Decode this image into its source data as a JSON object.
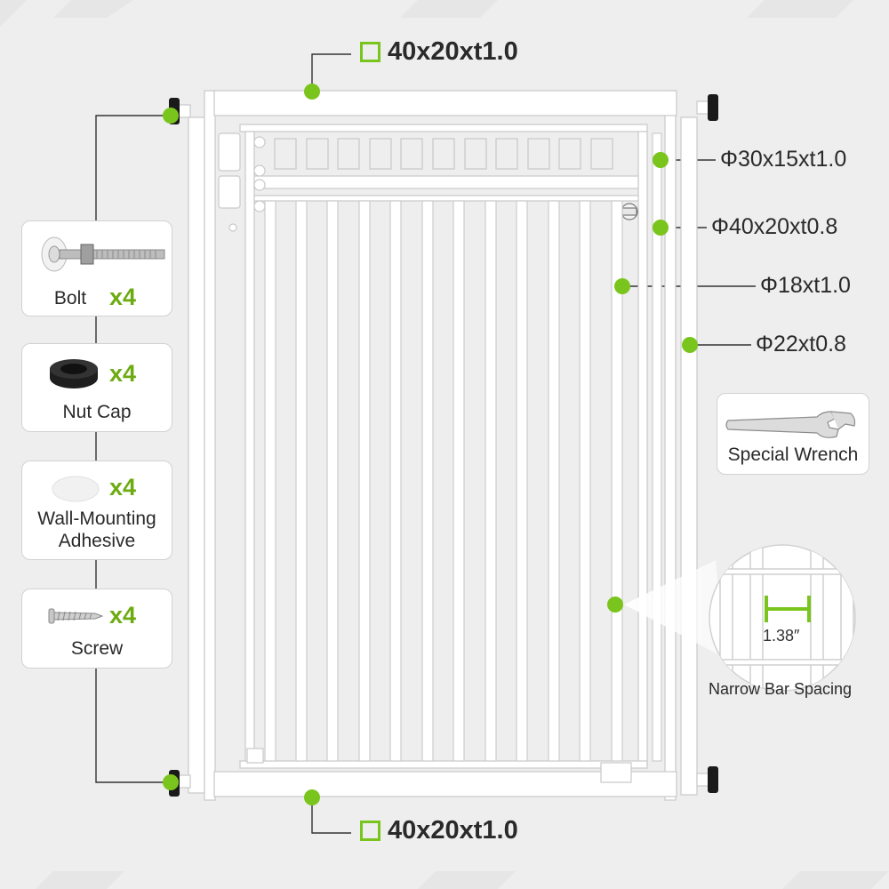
{
  "colors": {
    "accent_green": "#7ac51d",
    "qty_green": "#6dab12",
    "background": "#eeeeee",
    "gate_white": "#ffffff"
  },
  "dimensions": {
    "top_rail": "40x20xt1.0",
    "bottom_rail": "40x20xt1.0",
    "upper_panel_tube": "Φ30x15xt1.0",
    "side_tube": "Φ40x20xt0.8",
    "vertical_bar": "Φ18xt1.0",
    "outer_post": "Φ22xt0.8"
  },
  "accessories": [
    {
      "icon": "bolt-icon",
      "qty": "x4",
      "label": "Bolt"
    },
    {
      "icon": "nut-cap-icon",
      "qty": "x4",
      "label": "Nut Cap"
    },
    {
      "icon": "adhesive-pad-icon",
      "qty": "x4",
      "label": "Wall-Mounting Adhesive"
    },
    {
      "icon": "screw-icon",
      "qty": "x4",
      "label": "Screw"
    }
  ],
  "wrench": {
    "icon": "wrench-icon",
    "label": "Special Wrench"
  },
  "spacing": {
    "measure": "1.38″",
    "label": "Narrow Bar Spacing"
  }
}
